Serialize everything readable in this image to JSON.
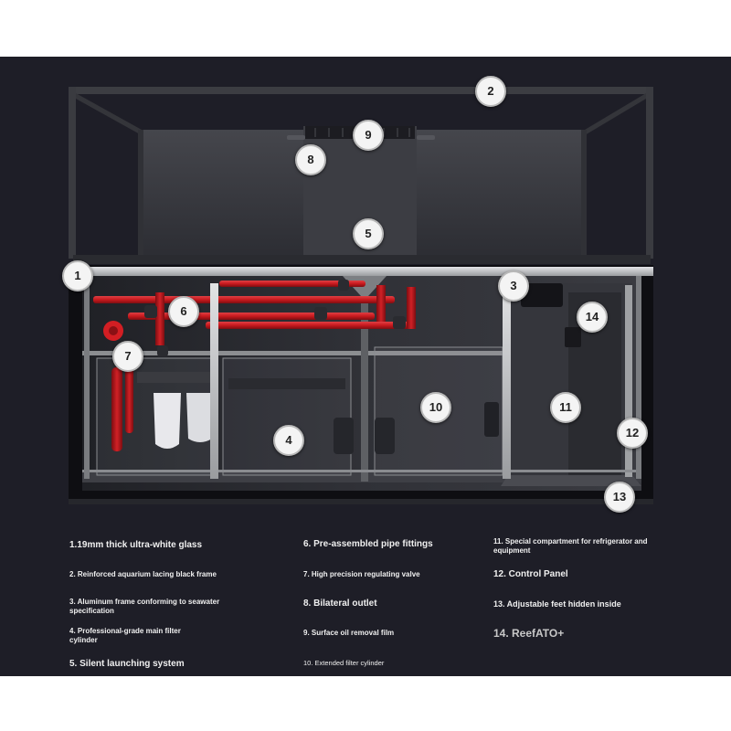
{
  "callouts": [
    "1",
    "2",
    "3",
    "4",
    "5",
    "6",
    "7",
    "8",
    "9",
    "10",
    "11",
    "12",
    "13",
    "14"
  ],
  "legend": [
    "1.19mm thick ultra-white glass",
    "2. Reinforced aquarium lacing black frame",
    "3. Aluminum frame conforming to seawater specification",
    "4. Professional-grade main filter cylinder",
    "5. Silent launching system",
    "6. Pre-assembled pipe fittings",
    "7. High precision regulating valve",
    "8. Bilateral outlet",
    "9. Surface oil removal film",
    "10. Extended filter cylinder",
    "11. Special compartment for refrigerator and equipment",
    "12. Control Panel",
    "13. Adjustable feet hidden inside",
    "14. ReefATO+"
  ],
  "colors": {
    "background": "#1e1e27",
    "frame": "#3a3b40",
    "aluminum": "#b9bbbd",
    "pipe_red": "#c8191e",
    "filter_white": "#e8e8ec"
  }
}
